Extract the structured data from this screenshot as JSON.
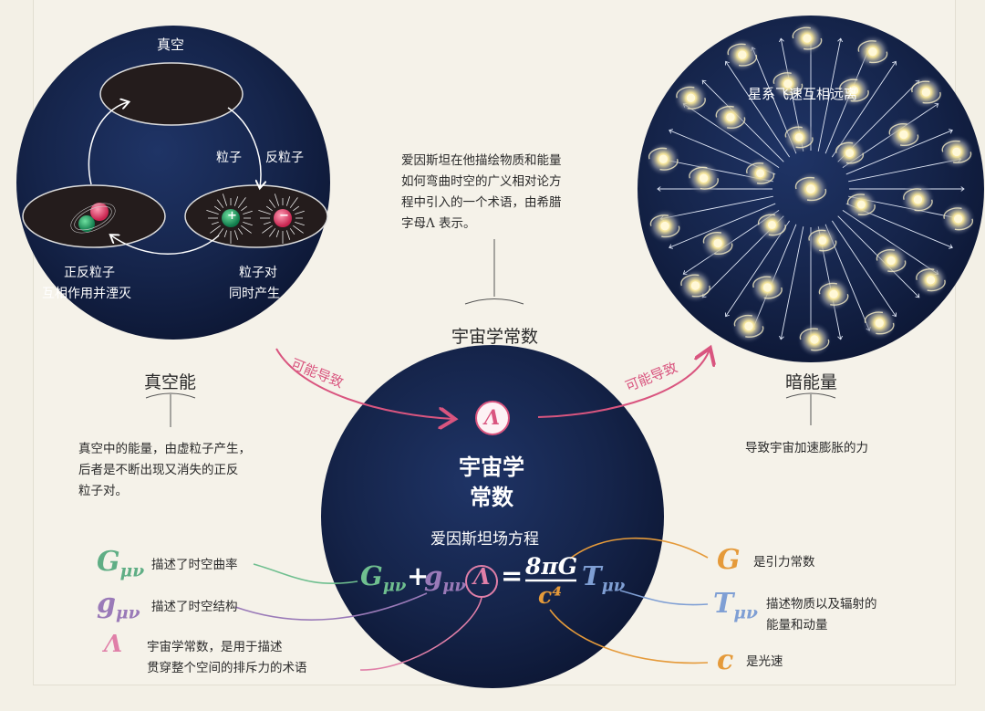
{
  "vacuum_circle": {
    "top_label": "真空",
    "particle": "粒子",
    "antiparticle": "反粒子",
    "annihilate_line1": "正反粒子",
    "annihilate_line2": "互相作用并湮灭",
    "pair_line1": "粒子对",
    "pair_line2": "同时产生",
    "minus": "−",
    "plus": "+"
  },
  "vacuum_energy": {
    "title": "真空能",
    "desc_line1": "真空中的能量，由虚粒子产生，",
    "desc_line2": "后者是不断出现又消失的正反",
    "desc_line3": "粒子对。"
  },
  "dark_circle": {
    "label": "星系飞速互相远离"
  },
  "dark_energy": {
    "title": "暗能量",
    "desc": "导致宇宙加速膨胀的力"
  },
  "cosmo_const": {
    "title": "宇宙学常数",
    "desc_line1": "爱因斯坦在他描绘物质和能量",
    "desc_line2": "如何弯曲时空的广义相对论方",
    "desc_line3": "程中引入的一个术语，由希腊",
    "desc_line4": "字母Λ 表示。"
  },
  "arrows": {
    "left": "可能导致",
    "right": "可能导致"
  },
  "center": {
    "lambda": "Λ",
    "title_line1": "宇宙学",
    "title_line2": "常数",
    "eq_title": "爱因斯坦场方程",
    "plus": "+",
    "equals": "=",
    "numerator": "8πG",
    "denominator": "c⁴",
    "G": "G",
    "g": "g",
    "T": "T",
    "mu_nu": "μν"
  },
  "legend_left": [
    {
      "symbol": "G",
      "sub": "μν",
      "text": "描述了时空曲率",
      "color": "#5fae85"
    },
    {
      "symbol": "g",
      "sub": "μν",
      "text": "描述了时空结构",
      "color": "#9a7ab8"
    },
    {
      "symbol": "Λ",
      "sub": "",
      "text1": "宇宙学常数，是用于描述",
      "text2": "贯穿整个空间的排斥力的术语",
      "color": "#e07fa8"
    }
  ],
  "legend_right": [
    {
      "symbol": "G",
      "sub": "",
      "text": "是引力常数",
      "color": "#e59a3a"
    },
    {
      "symbol": "T",
      "sub": "μν",
      "text1": "描述物质以及辐射的",
      "text2": "能量和动量",
      "color": "#7f9fd4"
    },
    {
      "symbol": "c",
      "sub": "",
      "text": "是光速",
      "color": "#e59a3a"
    }
  ],
  "colors": {
    "background": "#f3f0e6",
    "space": "#15244a",
    "pink": "#d9557f",
    "green": "#6fbf8f",
    "purple": "#9a7ab8",
    "orange": "#e59a3a",
    "blue": "#7f9fd4"
  }
}
